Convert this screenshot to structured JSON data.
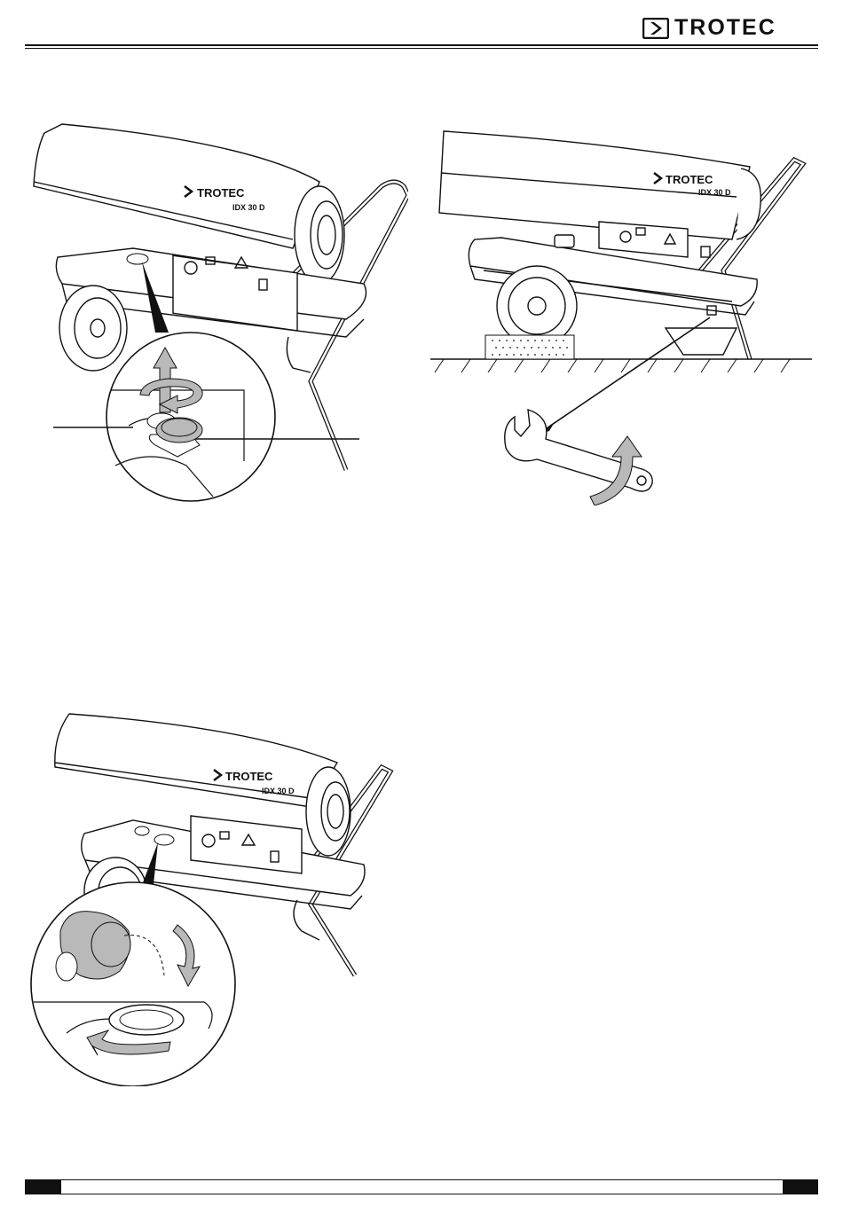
{
  "header": {
    "brand": "TROTEC",
    "logo_icon": "chevron-box-icon"
  },
  "figures": {
    "top_left": {
      "brand_label": "TROTEC",
      "model_label": "IDX 30 D"
    },
    "top_right": {
      "brand_label": "TROTEC",
      "model_label": "IDX 30 D"
    },
    "bottom_left": {
      "brand_label": "TROTEC",
      "model_label": "IDX 30 D"
    }
  },
  "colors": {
    "ink": "#111111",
    "paper": "#ffffff",
    "shade": "#b9b9b9"
  }
}
